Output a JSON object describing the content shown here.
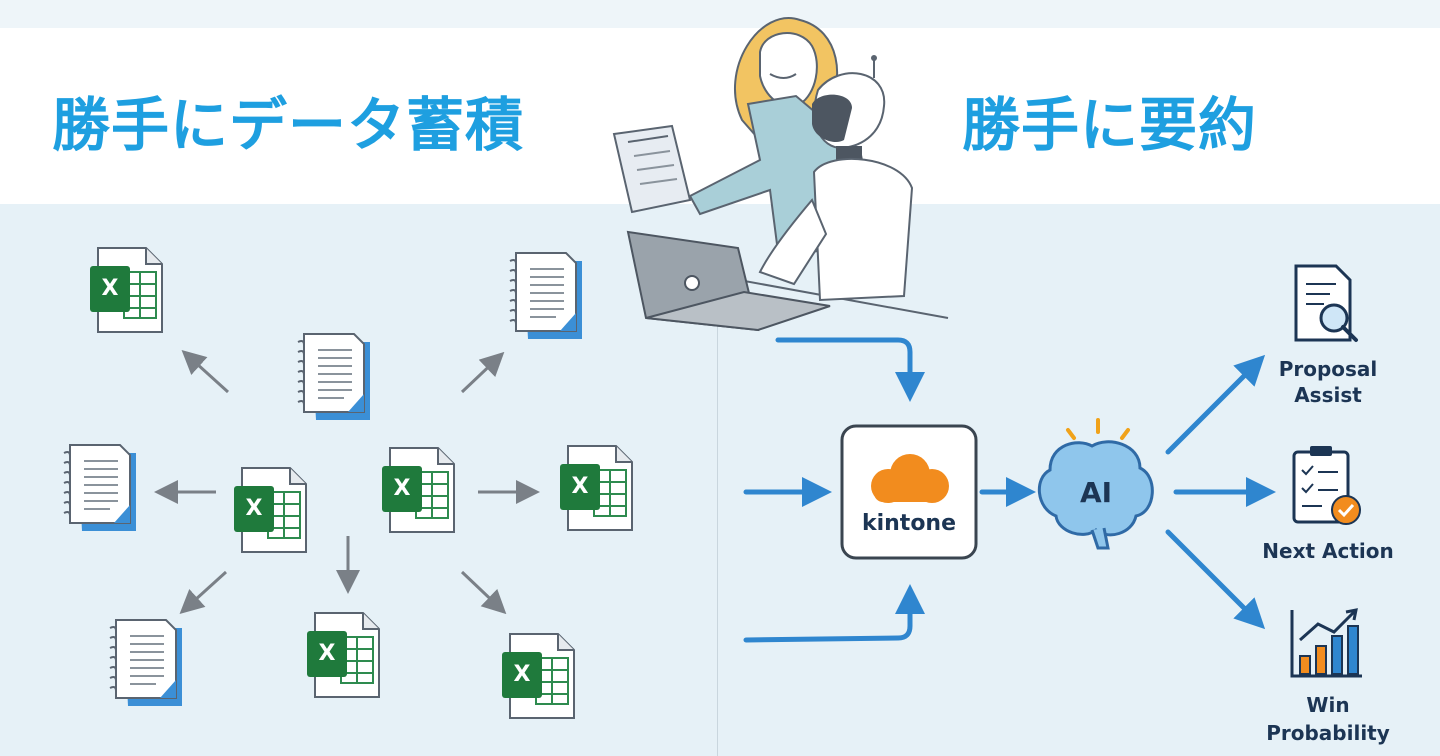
{
  "headings": {
    "left": "勝手にデータ蓄積",
    "right": "勝手に要約"
  },
  "hub": {
    "kintone_label": "kintone",
    "ai_label": "AI"
  },
  "outputs": [
    {
      "line1": "Proposal",
      "line2": "Assist",
      "icon": "document-magnifier-icon"
    },
    {
      "line1": "Next Action",
      "line2": "",
      "icon": "checklist-clipboard-icon"
    },
    {
      "line1": "Win",
      "line2": "Probability",
      "icon": "bar-chart-growth-icon"
    }
  ],
  "icons": {
    "spreadsheet_letter": "X"
  },
  "colors": {
    "heading": "#1e9fe0",
    "arrow_blue": "#2f86cf",
    "arrow_gray": "#7a8087",
    "excel_green": "#1f7a3c",
    "kintone_orange": "#f28c1e",
    "label_navy": "#1c3554"
  }
}
